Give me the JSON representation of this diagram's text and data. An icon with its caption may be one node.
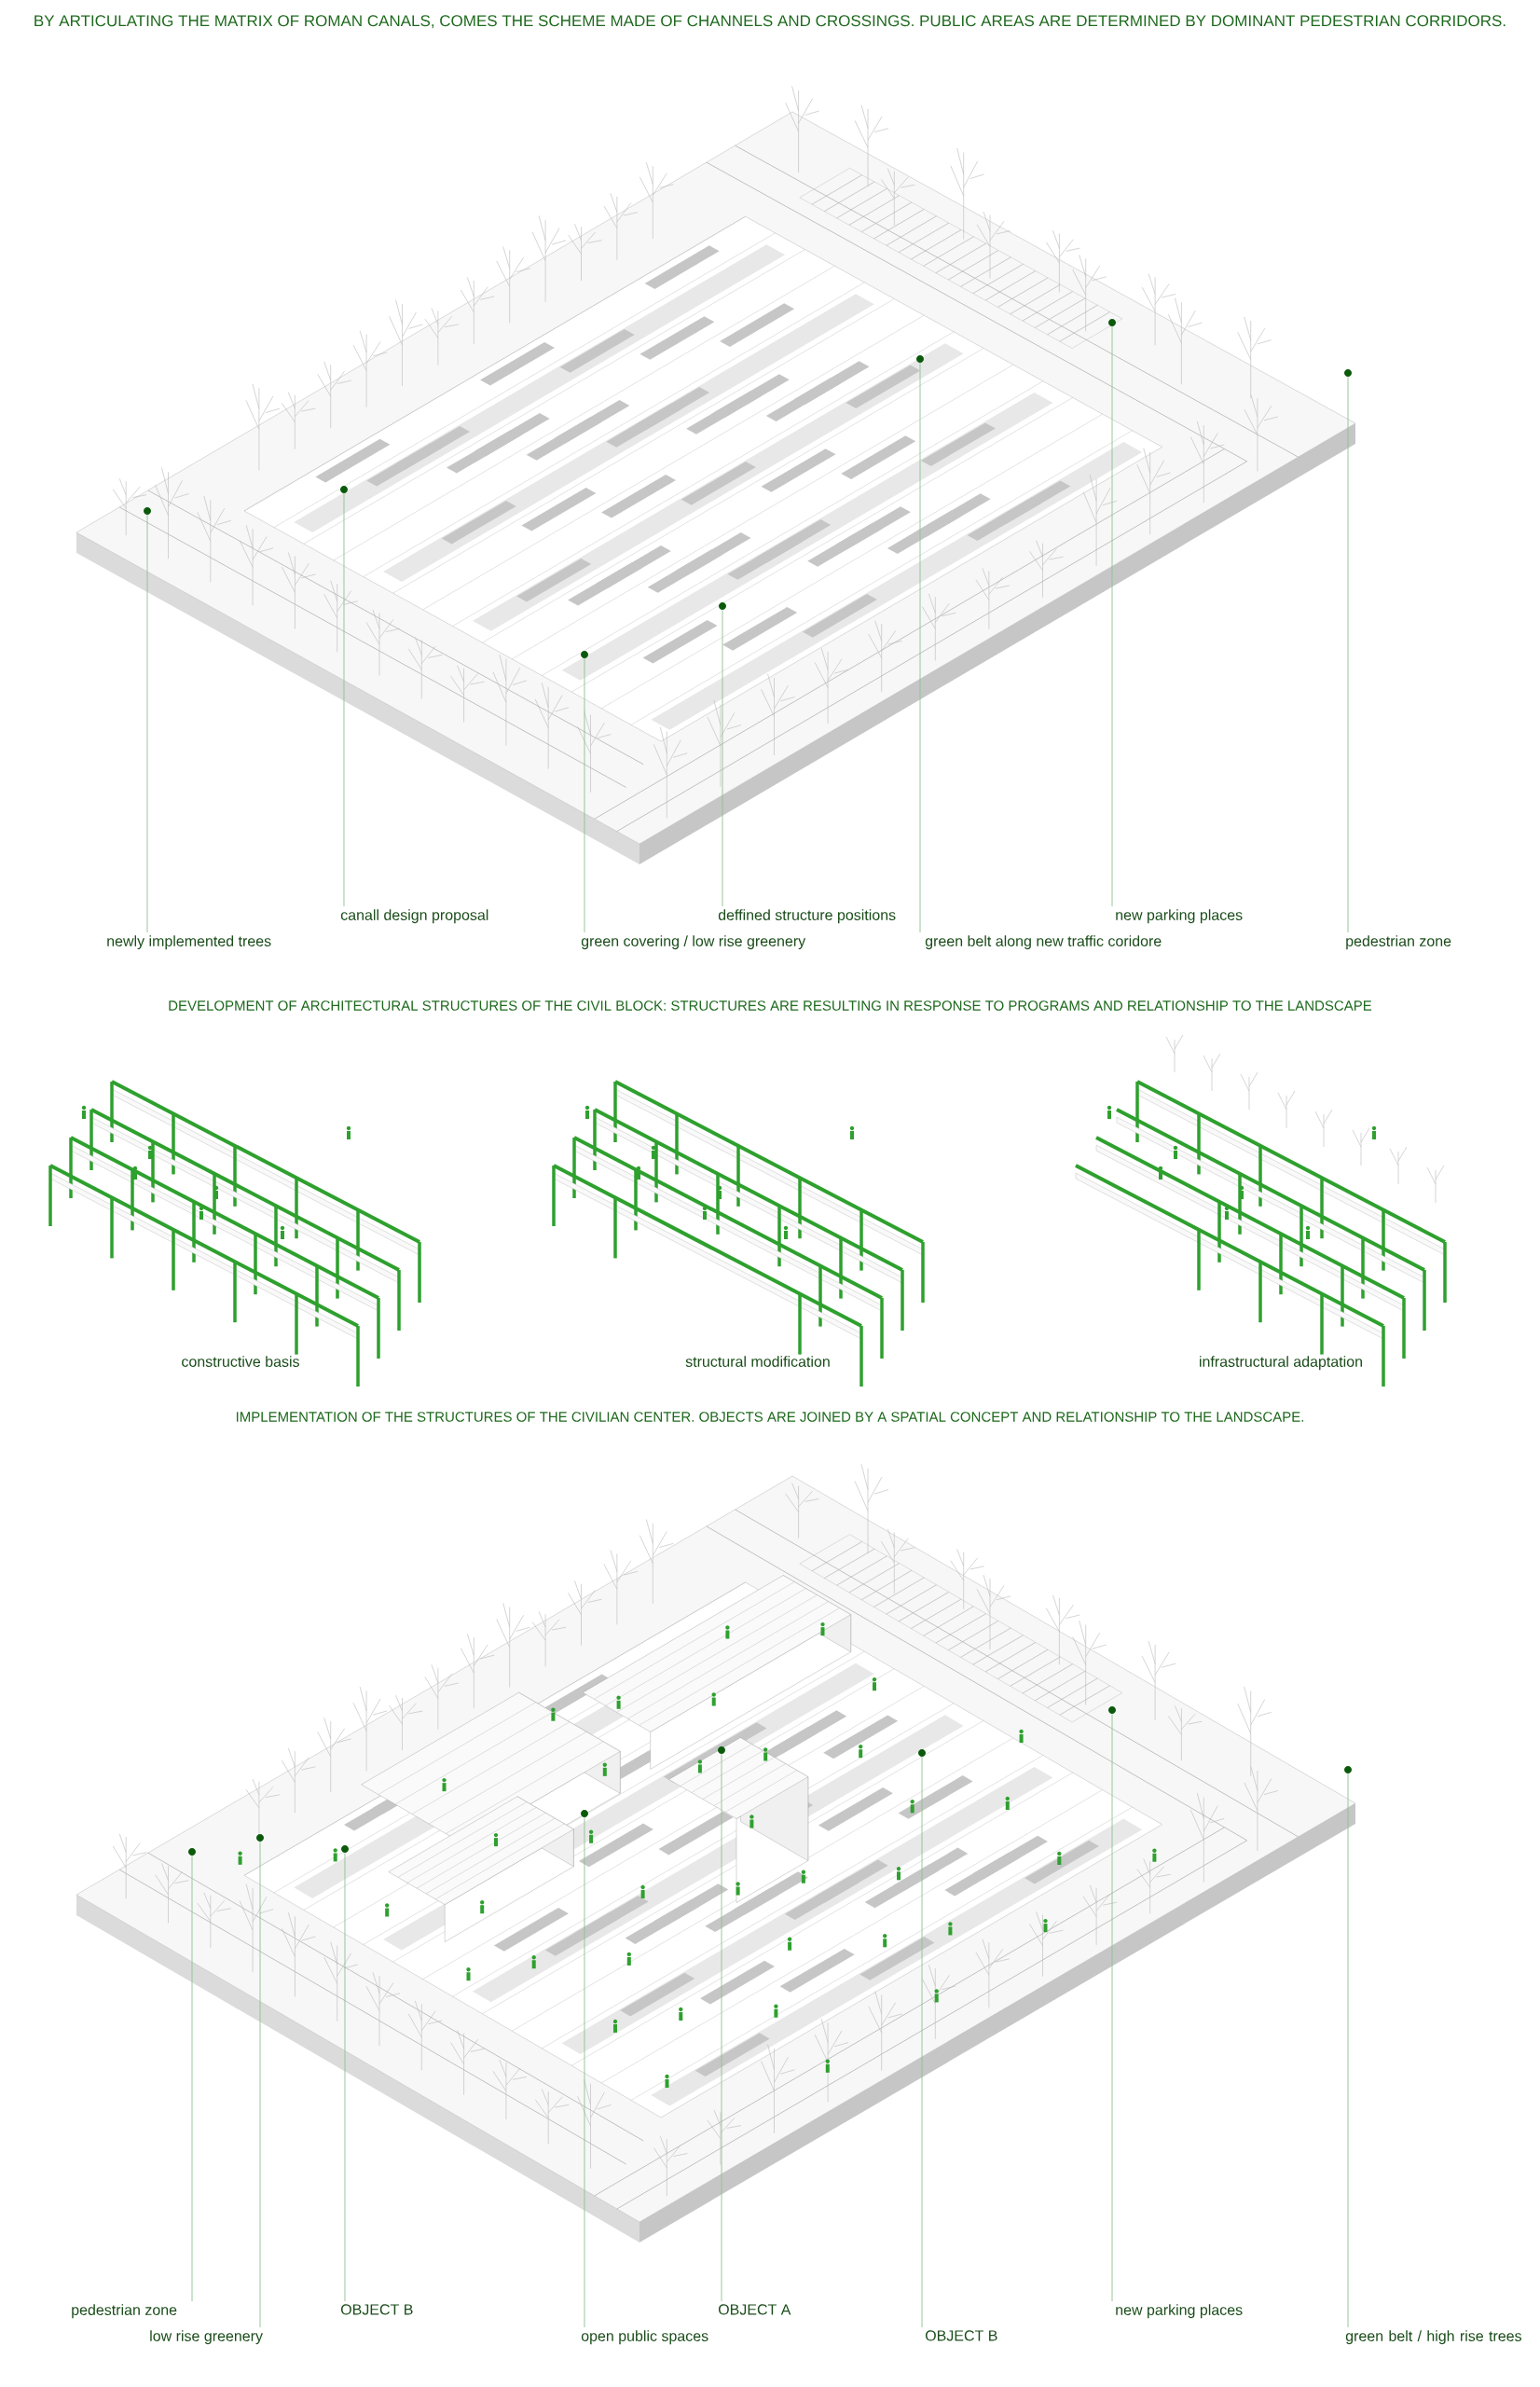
{
  "diagram": {
    "title": "BY ARTICULATING THE MATRIX OF ROMAN CANALS, COMES THE SCHEME MADE OF CHANNELS AND CROSSINGS. PUBLIC AREAS ARE DETERMINED BY DOMINANT PEDESTRIAN CORRIDORS.",
    "nodes": [
      {
        "text": [
          "newly implemented trees"
        ]
      },
      {
        "text": [
          "canall design proposal"
        ]
      },
      {
        "text": [
          "green covering / low rise greenery"
        ]
      },
      {
        "text": [
          "deffined structure positions"
        ]
      },
      {
        "text": [
          "green belt along new traffic coridore"
        ]
      },
      {
        "text": [
          "new parking places"
        ]
      },
      {
        "text": [
          "pedestrian zone"
        ]
      },
      {
        "text": [],
        "shape": "circle"
      },
      {
        "text": [],
        "shape": "circle"
      },
      {
        "text": [],
        "shape": "circle"
      },
      {
        "text": [],
        "shape": "circle"
      },
      {
        "text": [],
        "shape": "circle"
      },
      {
        "text": [],
        "shape": "circle"
      },
      {
        "text": [],
        "shape": "circle"
      },
      {
        "text": [
          "pedestrian zone"
        ]
      },
      {
        "text": [
          "low rise greenery"
        ]
      },
      {
        "text": [
          "OBJECT B"
        ]
      },
      {
        "text": [
          "open public spaces"
        ]
      },
      {
        "text": [
          "OBJECT A"
        ]
      },
      {
        "text": [
          "OBJECT B"
        ]
      },
      {
        "text": [
          "new parking places"
        ]
      },
      {
        "text": [
          "green belt / high rise trees"
        ]
      },
      {
        "text": [],
        "shape": "circle"
      },
      {
        "text": [],
        "shape": "circle"
      },
      {
        "text": [],
        "shape": "circle"
      },
      {
        "text": [],
        "shape": "circle"
      },
      {
        "text": [],
        "shape": "circle"
      },
      {
        "text": [],
        "shape": "circle"
      },
      {
        "text": [],
        "shape": "circle"
      },
      {
        "text": [],
        "shape": "circle"
      }
    ],
    "edges": [
      {
        "from": 0,
        "to": 7,
        "arrow": "none"
      },
      {
        "from": 1,
        "to": 8,
        "arrow": "none"
      },
      {
        "from": 2,
        "to": 9,
        "arrow": "none"
      },
      {
        "from": 3,
        "to": 10,
        "arrow": "none"
      },
      {
        "from": 4,
        "to": 11,
        "arrow": "none"
      },
      {
        "from": 5,
        "to": 12,
        "arrow": "none"
      },
      {
        "from": 6,
        "to": 13,
        "arrow": "none"
      },
      {
        "from": 14,
        "to": 22,
        "arrow": "none"
      },
      {
        "from": 15,
        "to": 23,
        "arrow": "none"
      },
      {
        "from": 16,
        "to": 24,
        "arrow": "none"
      },
      {
        "from": 17,
        "to": 25,
        "arrow": "none"
      },
      {
        "from": 18,
        "to": 26,
        "arrow": "none"
      },
      {
        "from": 19,
        "to": 27,
        "arrow": "none"
      },
      {
        "from": 20,
        "to": 28,
        "arrow": "none"
      },
      {
        "from": 21,
        "to": 29,
        "arrow": "none"
      }
    ],
    "labels": [
      "DEVELOPMENT OF ARCHITECTURAL STRUCTURES OF THE CIVIL BLOCK: STRUCTURES ARE RESULTING IN RESPONSE TO PROGRAMS AND RELATIONSHIP TO THE LANDSCAPE",
      "IMPLEMENTATION OF THE STRUCTURES OF THE CIVILIAN CENTER. OBJECTS ARE JOINED BY A SPATIAL CONCEPT AND RELATIONSHIP TO THE LANDSCAPE.",
      "constructive basis",
      "structural modification",
      "infrastructural adaptation"
    ]
  }
}
